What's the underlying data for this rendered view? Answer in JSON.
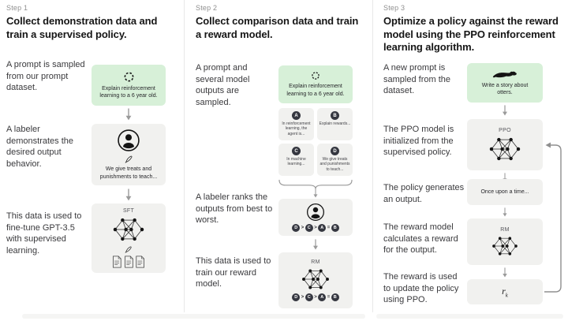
{
  "col1": {
    "step": "Step 1",
    "heading": "Collect demonstration data and train a supervised policy.",
    "row1_text": "A prompt is sampled from our prompt dataset.",
    "prompt_caption": "Explain reinforcement learning to a 6 year old.",
    "row2_text": "A labeler demonstrates the desired output behavior.",
    "labeler_caption": "We give treats and punishments to teach...",
    "row3_text": "This data is used to fine-tune GPT-3.5 with supervised learning.",
    "sft_label": "SFT"
  },
  "col2": {
    "step": "Step 2",
    "heading": "Collect comparison data and train a reward model.",
    "row1_text": "A prompt and several model outputs are sampled.",
    "prompt_caption": "Explain reinforcement learning to a 6 year old.",
    "outputs": [
      {
        "letter": "A",
        "text": "In reinforcement learning, the agent is..."
      },
      {
        "letter": "B",
        "text": "Explain rewards..."
      },
      {
        "letter": "C",
        "text": "In machine learning..."
      },
      {
        "letter": "D",
        "text": "We give treats and punishments to teach..."
      }
    ],
    "row2_text": "A labeler ranks the outputs from best to worst.",
    "ranking": {
      "letters": [
        "D",
        "C",
        "A",
        "B"
      ],
      "separators": [
        ">",
        ">",
        "="
      ]
    },
    "row3_text": "This data is used to train our reward model.",
    "rm_label": "RM"
  },
  "col3": {
    "step": "Step 3",
    "heading": "Optimize a policy against the reward model using the PPO reinforcement learning algorithm.",
    "row1_text": "A new prompt is sampled from the dataset.",
    "prompt_caption": "Write a story about otters.",
    "row2_text": "The PPO model is initialized from the supervised policy.",
    "ppo_label": "PPO",
    "row3_text": "The policy generates an output.",
    "output_caption": "Once upon a time...",
    "row4_text": "The reward model calculates a reward for the output.",
    "rm_label": "RM",
    "row5_text": "The reward is used to update the policy using PPO.",
    "reward_base": "r",
    "reward_sub": "k"
  },
  "icons": {
    "sampling": "dashed-circle",
    "labeler": "person-in-circle",
    "write": "quill-pen",
    "model": "neural-network",
    "documents": "document-stack",
    "otter": "otter-silhouette",
    "flow": "down-arrow",
    "group": "curly-brace",
    "feedback": "loop-arrow"
  },
  "colors": {
    "green-box": "#d7f0d8",
    "gray-box": "#f1f1ef",
    "text-dark": "#161616",
    "text-body": "#3a3a3d",
    "text-muted": "#8f8f8f",
    "arrow": "#9a9a9a",
    "letter-badge": "#353740",
    "divider": "#e8e8e8"
  }
}
